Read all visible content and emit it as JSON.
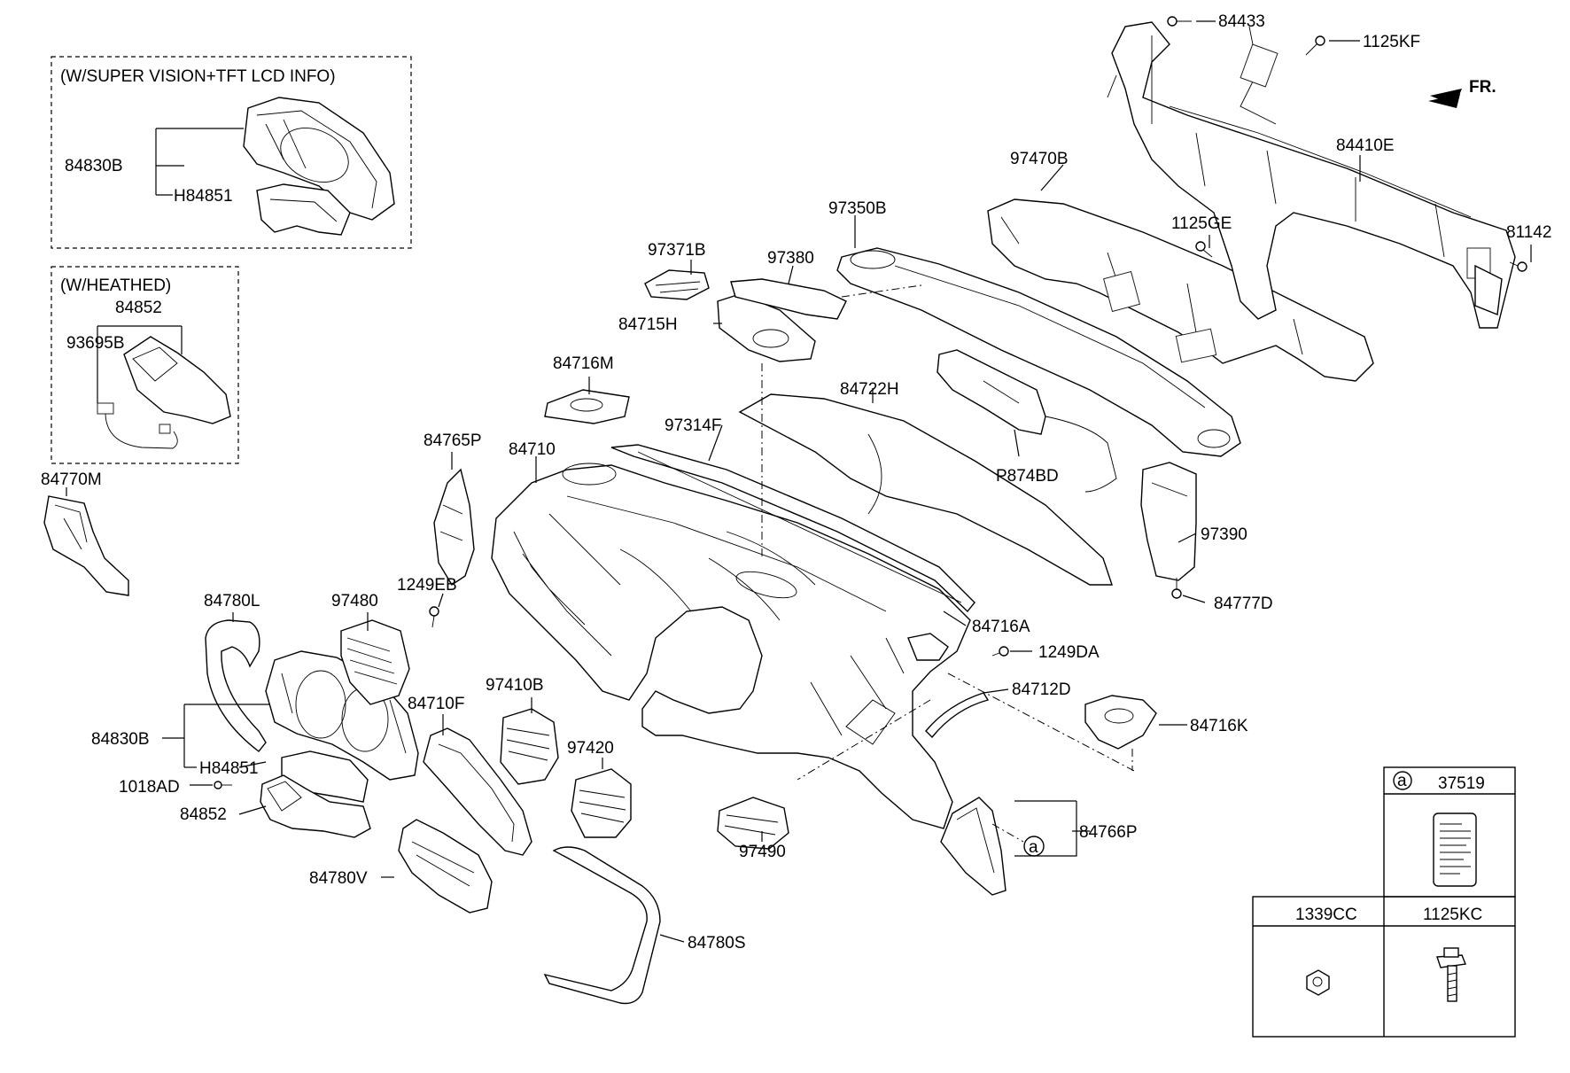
{
  "boxes": {
    "super_vision": "(W/SUPER VISION+TFT LCD INFO)",
    "heathed": "(W/HEATHED)"
  },
  "direction": "FR.",
  "labels": {
    "l84433": "84433",
    "l1125KF": "1125KF",
    "l84410E": "84410E",
    "l1125GE": "1125GE",
    "l81142": "81142",
    "l97470B": "97470B",
    "l97350B": "97350B",
    "l97371B": "97371B",
    "l97380": "97380",
    "l84715H": "84715H",
    "l84716M": "84716M",
    "l84722H": "84722H",
    "l97314F": "97314F",
    "l84765P": "84765P",
    "l84710": "84710",
    "lP874BD": "P874BD",
    "l97390": "97390",
    "l84777D": "84777D",
    "l84770M": "84770M",
    "l84830B_top": "84830B",
    "lH84851_top": "H84851",
    "l84852_top": "84852",
    "l93695B": "93695B",
    "l84780L": "84780L",
    "l97480": "97480",
    "l1249EB": "1249EB",
    "l84716A": "84716A",
    "l1249DA": "1249DA",
    "l84712D": "84712D",
    "l84716K": "84716K",
    "l97410B": "97410B",
    "l84710F": "84710F",
    "l84830B": "84830B",
    "lH84851": "H84851",
    "l1018AD": "1018AD",
    "l84852": "84852",
    "l97420": "97420",
    "l97490": "97490",
    "l84766P": "84766P",
    "l84780V": "84780V",
    "l84780S": "84780S",
    "circle_a": "a"
  },
  "legend_table": {
    "marker": "a",
    "part_a": "37519",
    "col1": "1339CC",
    "col2": "1125KC"
  }
}
